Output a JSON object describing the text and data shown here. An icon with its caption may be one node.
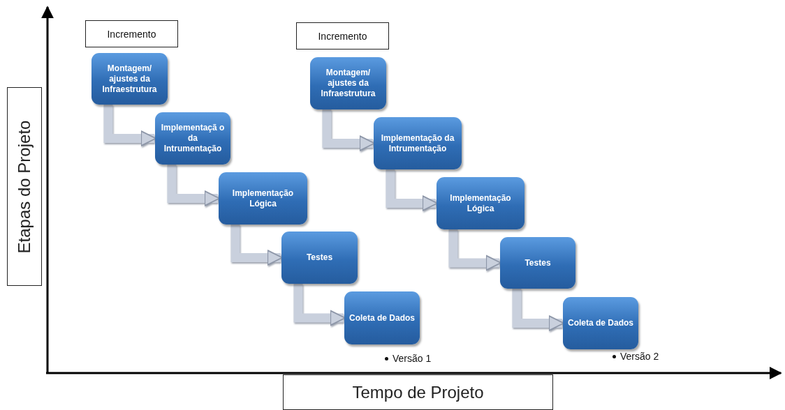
{
  "diagram": {
    "nodes": [
      {
        "text": [
          "Incremento"
        ]
      },
      {
        "text": [
          "Montagem/ ajustes da Infraestrutura"
        ]
      },
      {
        "text": [
          "Implementaçã o da Intrumentação"
        ]
      },
      {
        "text": [
          "Implementação Lógica"
        ]
      },
      {
        "text": [
          "Testes"
        ]
      },
      {
        "text": [
          "Coleta de Dados"
        ]
      },
      {
        "text": [
          "Incremento"
        ]
      },
      {
        "text": [
          "Montagem/ ajustes da Infraestrutura"
        ]
      },
      {
        "text": [
          "Implementação da Intrumentação"
        ]
      },
      {
        "text": [
          "Implementação Lógica"
        ]
      },
      {
        "text": [
          "Testes"
        ]
      },
      {
        "text": [
          "Coleta de Dados"
        ]
      },
      {
        "text": [
          "Etapas do Projeto"
        ]
      },
      {
        "text": [
          "Tempo de Projeto"
        ]
      }
    ],
    "edges": [
      {
        "from": 1,
        "to": 2,
        "arrow": "to"
      },
      {
        "from": 2,
        "to": 3,
        "arrow": "to"
      },
      {
        "from": 3,
        "to": 4,
        "arrow": "to"
      },
      {
        "from": 4,
        "to": 5,
        "arrow": "to"
      },
      {
        "from": 7,
        "to": 8,
        "arrow": "to"
      },
      {
        "from": 8,
        "to": 9,
        "arrow": "to"
      },
      {
        "from": 9,
        "to": 10,
        "arrow": "to"
      },
      {
        "from": 10,
        "to": 11,
        "arrow": "to"
      }
    ],
    "labels": [
      "Versão 1",
      "Versão 2"
    ]
  }
}
